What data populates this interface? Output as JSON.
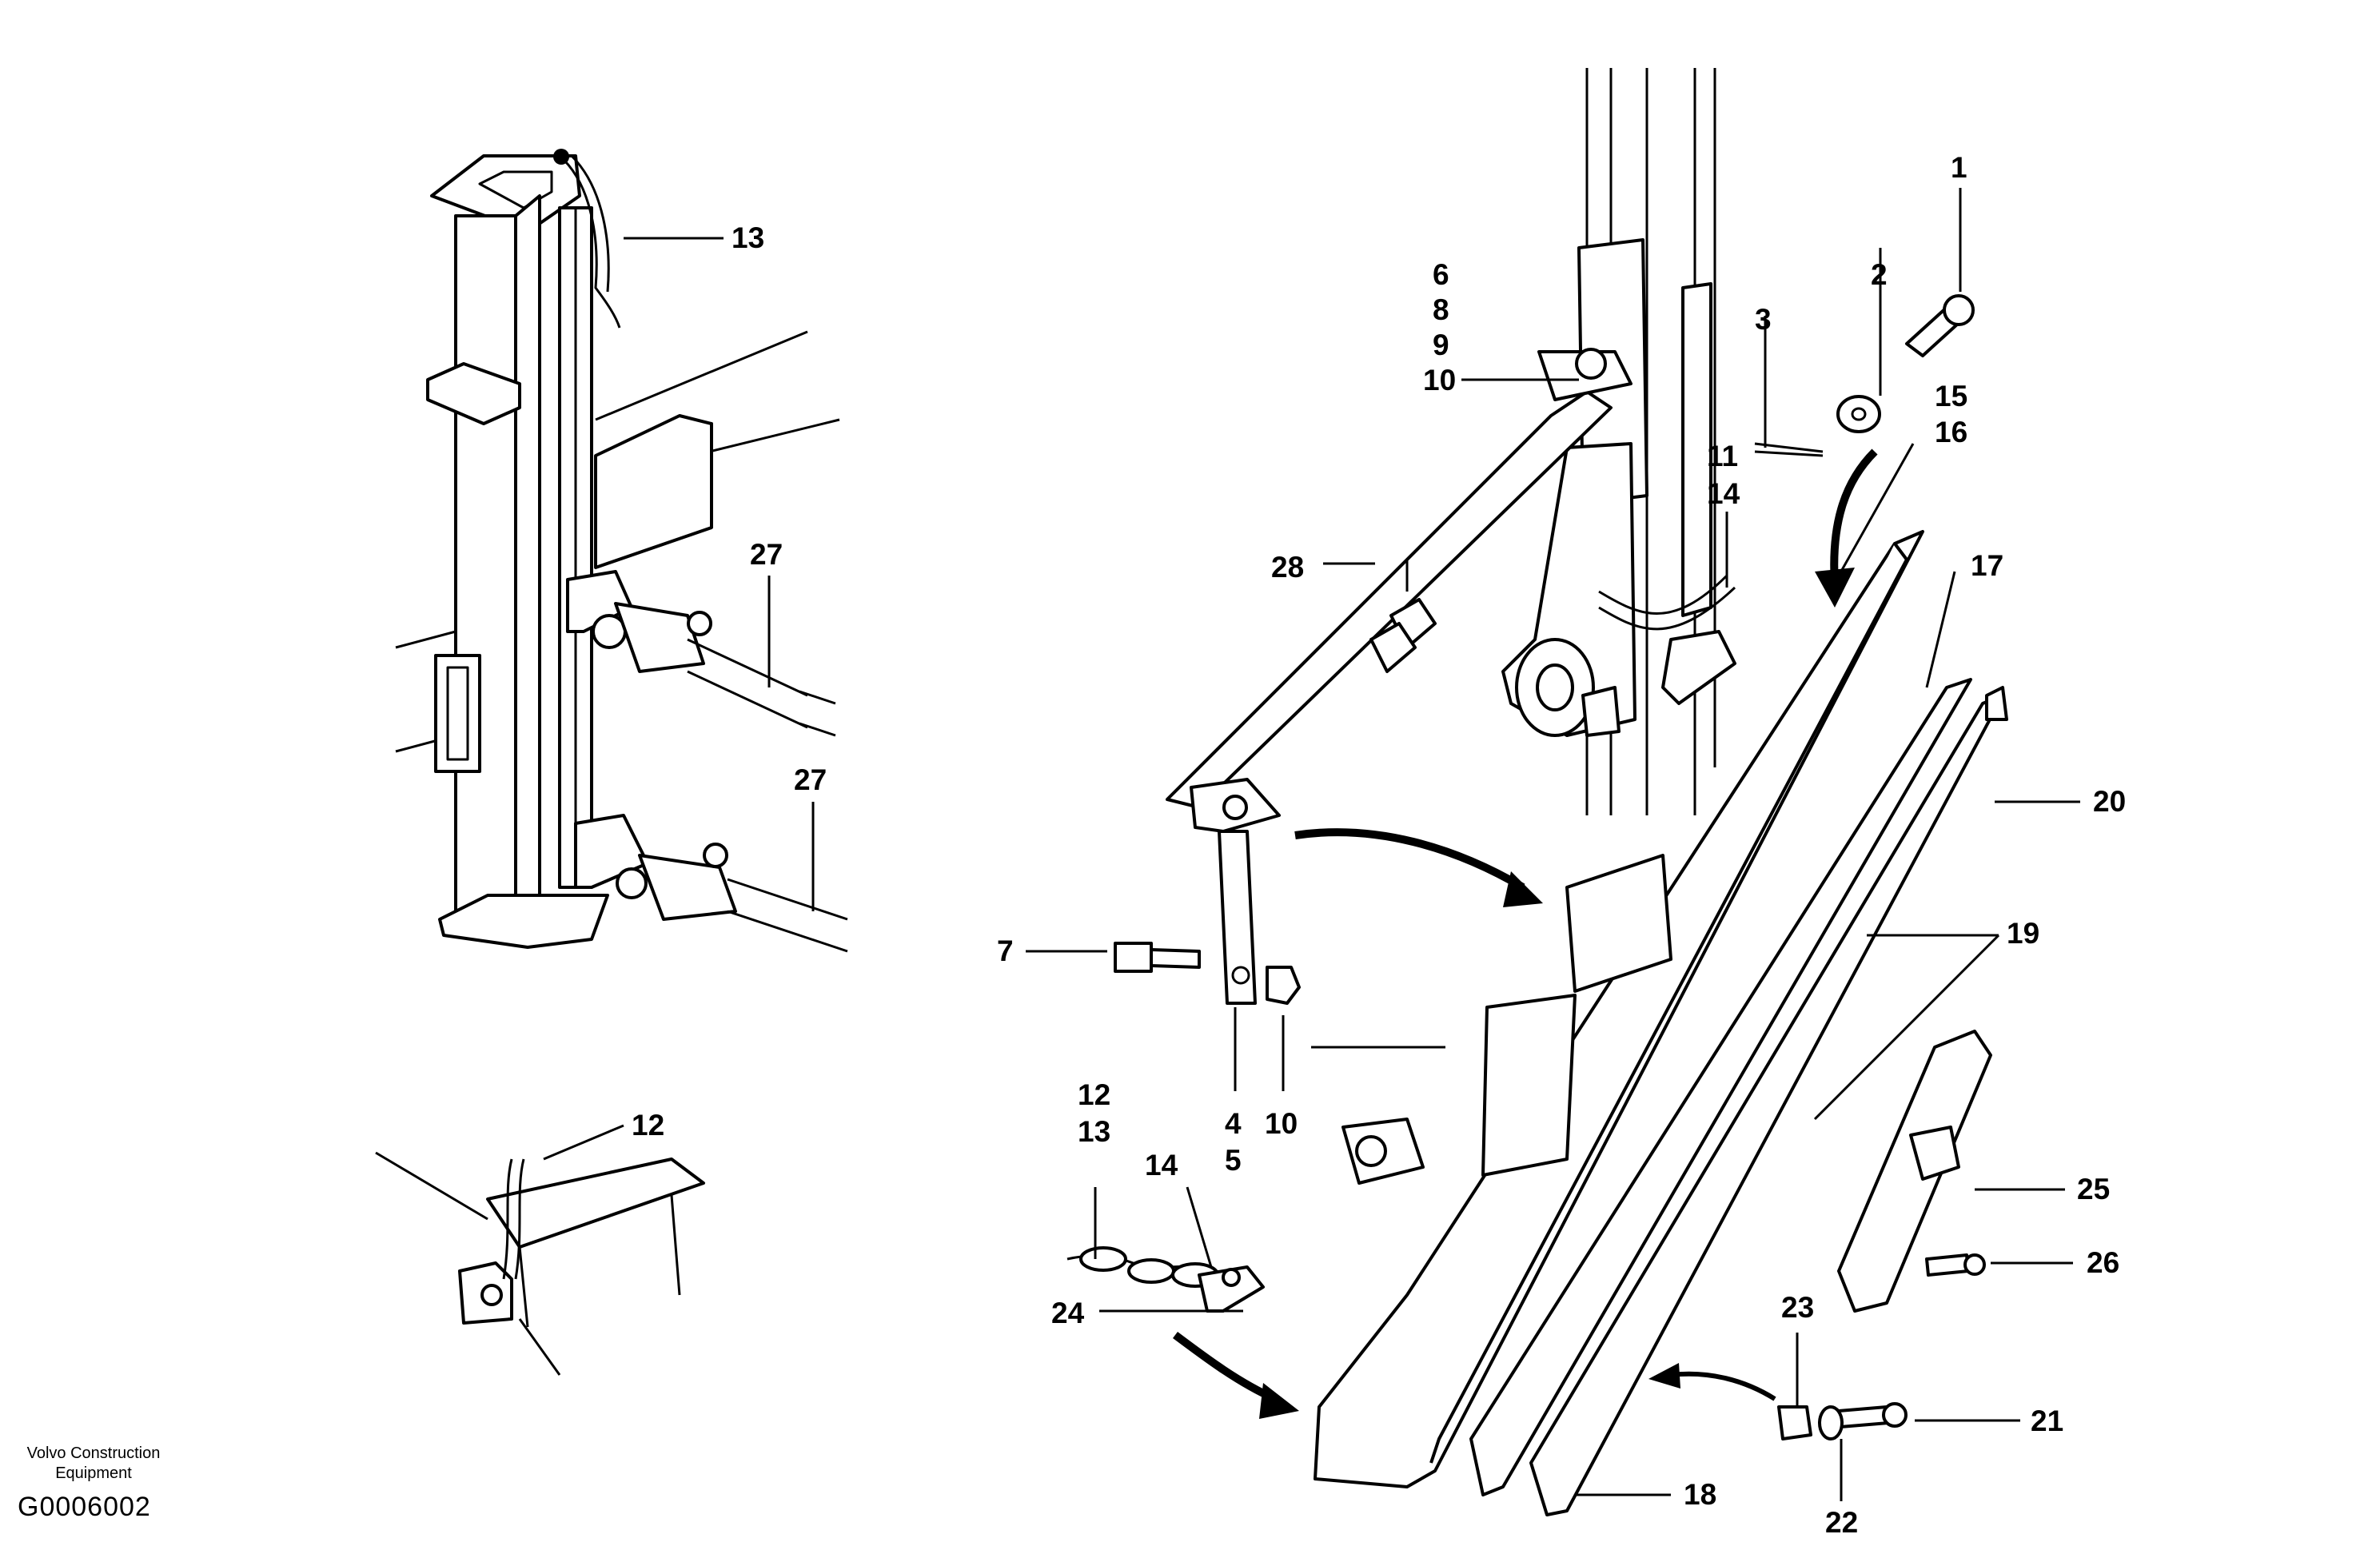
{
  "brand": {
    "line1": "Volvo Construction",
    "line2": "Equipment"
  },
  "drawing_code": "G0006002",
  "callouts": {
    "p1": "1",
    "p2": "2",
    "p3": "3",
    "p4": "4",
    "p5": "5",
    "p6": "6",
    "p8": "8",
    "p9": "9",
    "p10_top": "10",
    "p7": "7",
    "p10_nut": "10",
    "p11": "11",
    "p14_right": "14",
    "p12_chain": "12",
    "p13_chain": "13",
    "p14_chain": "14",
    "p24": "24",
    "p12_left": "12",
    "p13_left": "13",
    "p15": "15",
    "p16": "16",
    "p17": "17",
    "p18": "18",
    "p19": "19",
    "p20": "20",
    "p21": "21",
    "p22": "22",
    "p23": "23",
    "p25": "25",
    "p26": "26",
    "p27_upper": "27",
    "p27_lower": "27",
    "p28": "28"
  }
}
